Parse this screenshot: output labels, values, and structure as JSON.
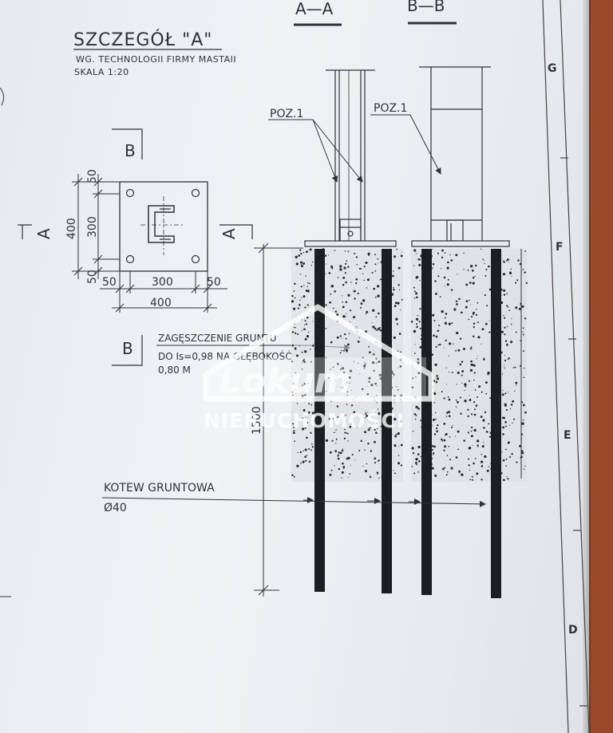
{
  "header": {
    "title": "SZCZEGÓŁ \"A\"",
    "subtitle": "WG. TECHNOLOGII FIRMY MASTAII",
    "scale": "SKALA 1:20"
  },
  "sections": {
    "aa": "A—A",
    "bb": "B—B"
  },
  "callouts": {
    "poz_aa": "POZ.1",
    "poz_bb": "POZ.1"
  },
  "plan": {
    "label_b_top": "B",
    "label_b_bottom": "B",
    "label_a_left": "A",
    "label_a_right": "A",
    "dim_v_total": "400",
    "dim_v_top": "50",
    "dim_v_mid": "300",
    "dim_v_bot": "50",
    "dim_h_left": "50",
    "dim_h_mid": "300",
    "dim_h_right": "50",
    "dim_h_total": "400"
  },
  "note": {
    "line1": "ZAGĘSZCZENIE GRUNTU",
    "line2": "DO Is=0,98 NA GŁĘBOKOŚĆ",
    "line3": "0,80 M"
  },
  "anchor": {
    "label": "KOTEW GRUNTOWA",
    "diameter": "Ø40",
    "depth": "1500"
  },
  "grid_letters": [
    "G",
    "F",
    "E",
    "D"
  ],
  "watermark": {
    "brand": "Lokum",
    "sub": "NIERUCHOMOŚCI"
  }
}
